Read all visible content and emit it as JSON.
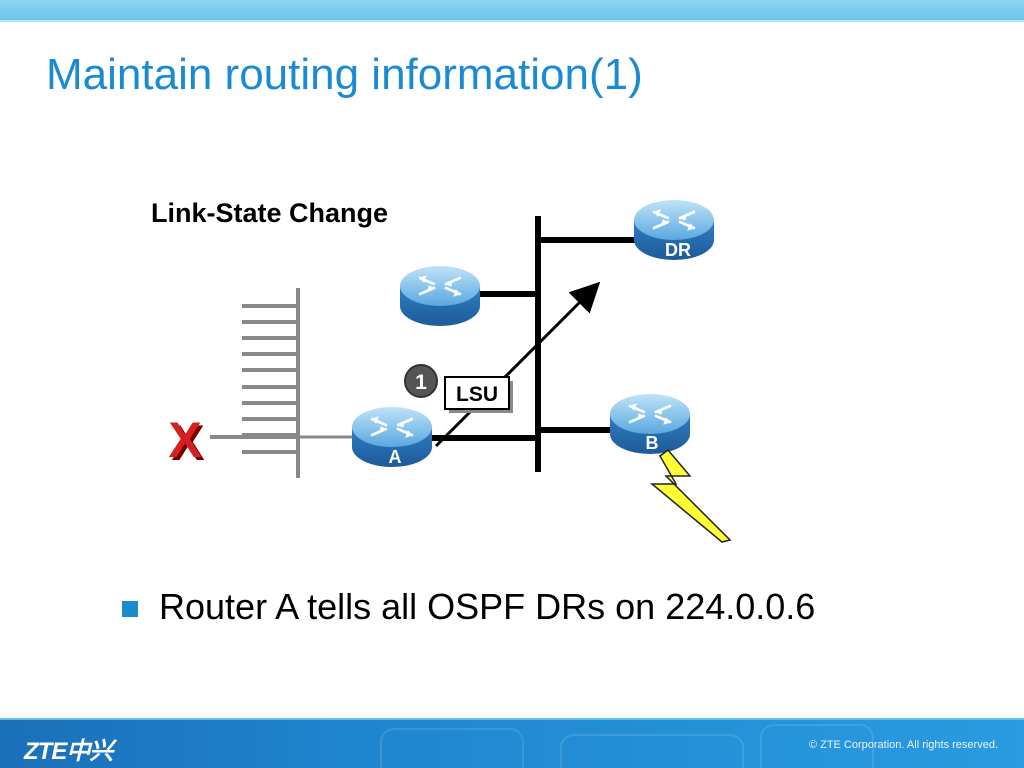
{
  "slide": {
    "title": "Maintain routing information(1)",
    "diagram_title": "Link-State Change",
    "bullet": "Router A tells all OSPF DRs on 224.0.0.6"
  },
  "diagram": {
    "routers": {
      "dr_label": "DR",
      "a_label": "A",
      "b_label": "B"
    },
    "step_number": "1",
    "packet_label": "LSU",
    "failure_mark": "X"
  },
  "footer": {
    "logo": "ZTE中兴",
    "copyright": "© ZTE Corporation. All rights reserved."
  },
  "colors": {
    "accent": "#1a8bd3",
    "router": "#3a8fd0",
    "failure": "#d42020",
    "lightning": "#ffff33"
  }
}
